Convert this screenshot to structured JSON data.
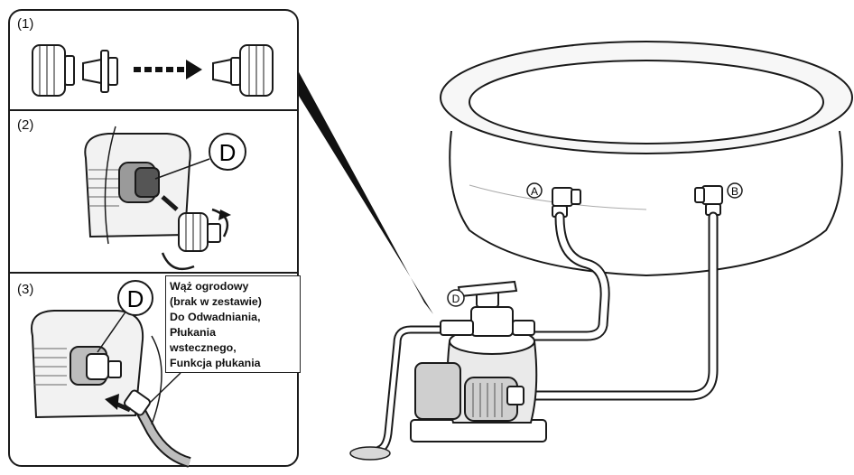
{
  "steps": [
    {
      "label": "(1)"
    },
    {
      "label": "(2)"
    },
    {
      "label": "(3)"
    }
  ],
  "markers": {
    "d_step2": "D",
    "d_step3": "D",
    "d_pump": "D",
    "a_inlet": "A",
    "b_outlet": "B"
  },
  "callout": {
    "lines": [
      "Wąż ogrodowy",
      "(brak w zestawie)",
      "Do Odwadniania,",
      "Płukania",
      "wstecznego,",
      "Funkcja płukania"
    ]
  }
}
